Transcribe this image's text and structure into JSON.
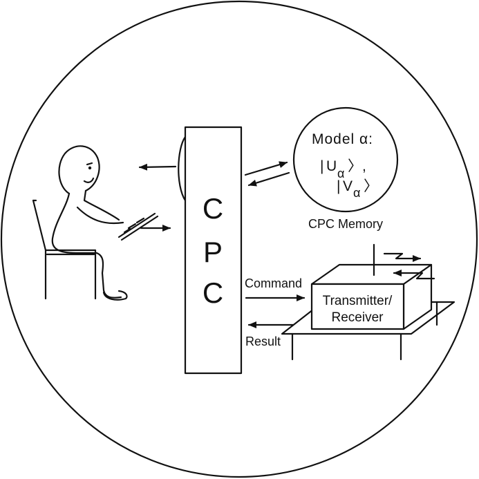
{
  "cpc_letters": [
    "C",
    "P",
    "C"
  ],
  "memory": {
    "title": "Model α:",
    "state_u_bar": "|",
    "state_u_letter": "U",
    "state_u_sub": "α",
    "state_u_close": "〉,",
    "state_v_bar": "|",
    "state_v_letter": "V",
    "state_v_sub": "α",
    "state_v_close": "〉",
    "caption": "CPC Memory"
  },
  "device": {
    "label_line1": "Transmitter/",
    "label_line2": "Receiver"
  },
  "arrows": {
    "command": "Command",
    "result": "Result"
  }
}
